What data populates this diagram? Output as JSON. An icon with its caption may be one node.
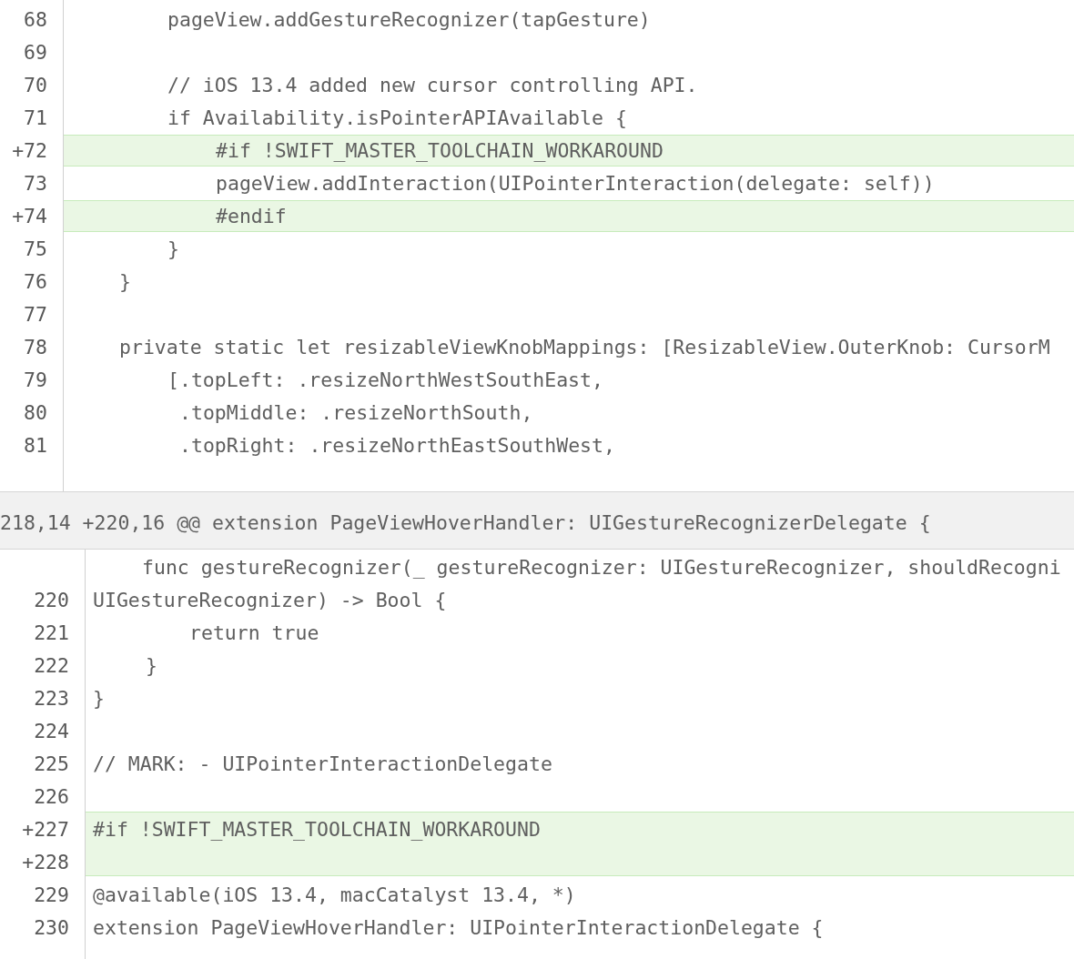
{
  "diagram": {
    "labels": [
      "68",
      "pageView.addGestureRecognizer(tapGesture)",
      "69",
      "70",
      "// iOS 13.4 added new cursor controlling API.",
      "71",
      "if Availability.isPointerAPIAvailable {",
      "+72",
      "#if !SWIFT_MASTER_TOOLCHAIN_WORKAROUND",
      "73",
      "pageView.addInteraction(UIPointerInteraction(delegate: self))",
      "+74",
      "#endif",
      "75",
      "}",
      "76",
      "}",
      "77",
      "78",
      "private static let resizableViewKnobMappings: [ResizableView.OuterKnob: CursorM",
      "79",
      "[.topLeft: .resizeNorthWestSouthEast,",
      "80",
      ".topMiddle: .resizeNorthSouth,",
      "81",
      ".topRight: .resizeNorthEastSouthWest,",
      "218,14 +220,16 @@ extension PageViewHoverHandler: UIGestureRecognizerDelegate {",
      "func gestureRecognizer(_ gestureRecognizer: UIGestureRecognizer, shouldRecogni",
      "220",
      "UIGestureRecognizer) -> Bool {",
      "221",
      "return true",
      "222",
      "}",
      "223",
      "}",
      "224",
      "225",
      "// MARK: - UIPointerInteractionDelegate",
      "226",
      "+227",
      "#if !SWIFT_MASTER_TOOLCHAIN_WORKAROUND",
      "+228",
      "229",
      "@available(iOS 13.4, macCatalyst 13.4, *)",
      "230",
      "extension PageViewHoverHandler: UIPointerInteractionDelegate {"
    ]
  }
}
